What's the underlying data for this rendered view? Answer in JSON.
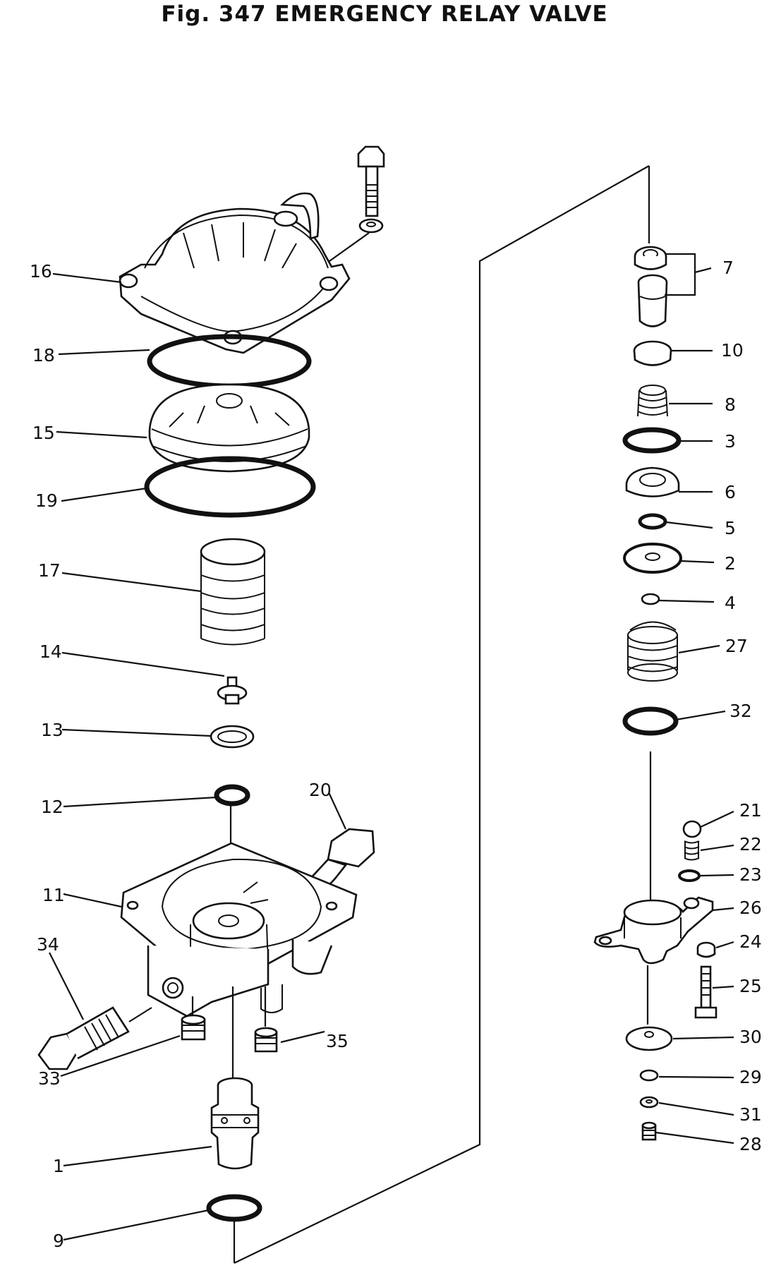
{
  "title": "Fig. 347   EMERGENCY RELAY VALVE",
  "callouts": {
    "c16": "16",
    "c18": "18",
    "c15": "15",
    "c19": "19",
    "c17": "17",
    "c14": "14",
    "c13": "13",
    "c12": "12",
    "c20": "20",
    "c11": "11",
    "c34": "34",
    "c33": "33",
    "c35": "35",
    "c1": "1",
    "c9": "9",
    "c7": "7",
    "c10": "10",
    "c8": "8",
    "c3": "3",
    "c6": "6",
    "c5": "5",
    "c2": "2",
    "c4": "4",
    "c27": "27",
    "c32": "32",
    "c21": "21",
    "c22": "22",
    "c23": "23",
    "c26": "26",
    "c24": "24",
    "c25": "25",
    "c30": "30",
    "c29": "29",
    "c31": "31",
    "c28": "28"
  }
}
